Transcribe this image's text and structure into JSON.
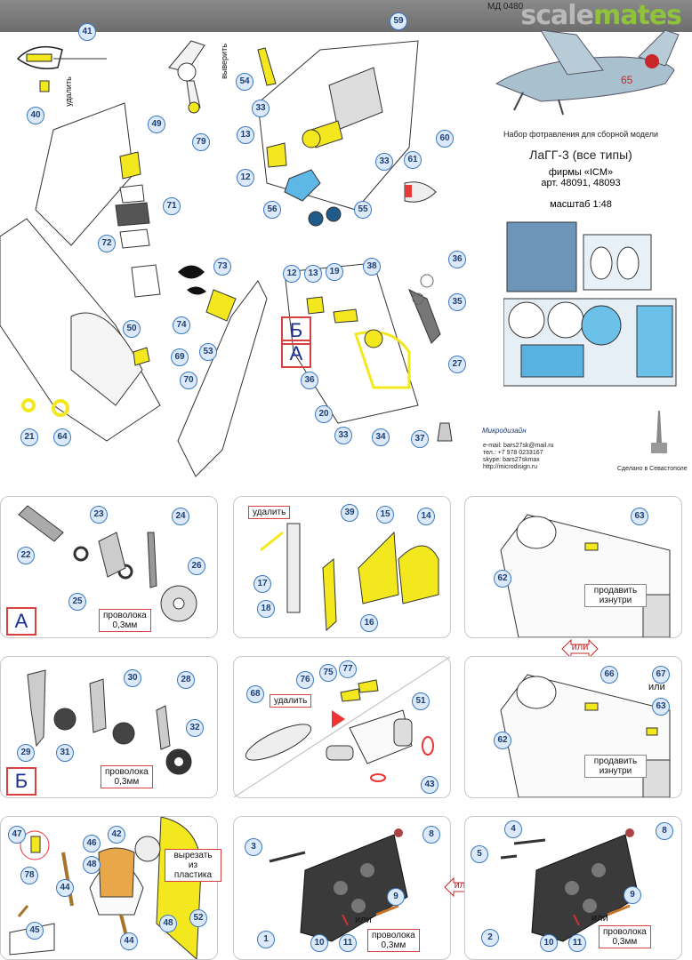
{
  "header": {
    "code": "МД 0480",
    "brand_part1": "scale",
    "brand_part2": "mates"
  },
  "info": {
    "kit_desc": "Набор фотравления для сборной модели",
    "title": "ЛаГГ-3 (все типы)",
    "maker": "фирмы «ICM»",
    "articles": "арт. 48091, 48093",
    "scale": "масштаб 1:48",
    "contact": [
      "e-mail: bars27sk@mail.ru",
      "тел.: +7 978 0233167",
      "skype: bars27skmax",
      "http://microdisign.ru"
    ],
    "made_in": "Сделано в Севастополе",
    "logo_text": "Микродизайн"
  },
  "labels": {
    "remove": "удалить",
    "align": "выверить",
    "letter_a": "А",
    "letter_b": "Б",
    "wire": "проволока\n0,3мм",
    "push_through": "продавить изнутри",
    "or": "или",
    "cut_plastic": "вырезать из пластика"
  },
  "numbers": {
    "top_left": [
      "40",
      "41",
      "49",
      "71",
      "72",
      "79",
      "50",
      "69",
      "70",
      "21",
      "64",
      "74",
      "73",
      "53"
    ],
    "top_mid": [
      "59",
      "54",
      "33",
      "13",
      "12",
      "56",
      "55",
      "33",
      "60",
      "61"
    ],
    "top_center": [
      "12",
      "13",
      "19",
      "38",
      "36",
      "35",
      "27",
      "36",
      "20",
      "33",
      "34",
      "37"
    ],
    "p1": [
      "22",
      "23",
      "24",
      "25",
      "26"
    ],
    "p2": [
      "39",
      "15",
      "14",
      "17",
      "18",
      "16"
    ],
    "p3": [
      "63",
      "62"
    ],
    "p4": [
      "30",
      "28",
      "31",
      "32",
      "29"
    ],
    "p5": [
      "68",
      "76",
      "75",
      "77",
      "51",
      "43"
    ],
    "p6": [
      "66",
      "67",
      "63",
      "62"
    ],
    "p7": [
      "47",
      "46",
      "42",
      "48",
      "78",
      "44",
      "45",
      "44",
      "48",
      "52"
    ],
    "p8": [
      "3",
      "8",
      "9",
      "1",
      "10",
      "11"
    ],
    "p9": [
      "4",
      "5",
      "8",
      "9",
      "2",
      "10",
      "11"
    ]
  },
  "colors": {
    "accent_blue": "#3a79c2",
    "photoetch_yellow": "#f3e81d",
    "highlight_red": "#d94040"
  }
}
